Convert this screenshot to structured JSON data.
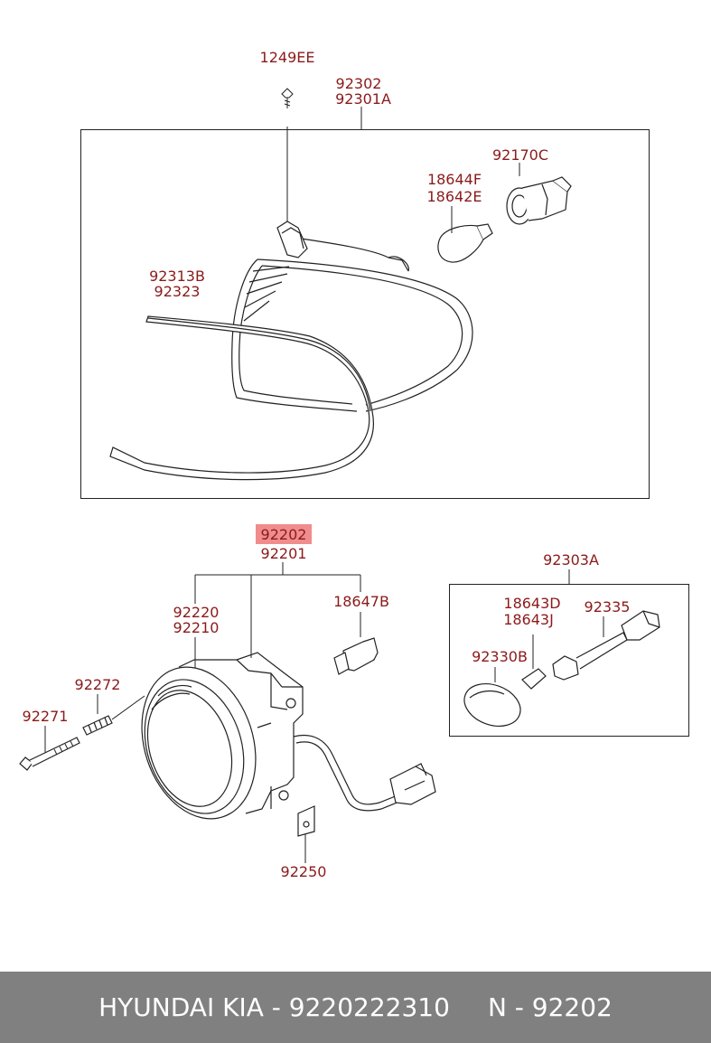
{
  "labels": {
    "screw": "1249EE",
    "lamp_assy_1": "92302",
    "lamp_assy_2": "92301A",
    "socket": "92170C",
    "bulb_1": "18644F",
    "bulb_2": "18642E",
    "gasket_1": "92313B",
    "gasket_2": "92323",
    "fog_lamp_1": "92202",
    "fog_lamp_2": "92201",
    "lens_1": "92220",
    "lens_2": "92210",
    "fog_bulb": "18647B",
    "spring": "92272",
    "bolt": "92271",
    "bracket": "92250",
    "side_repeater": "92303A",
    "side_bulb_1": "18643D",
    "side_bulb_2": "18643J",
    "side_socket": "92335",
    "side_lens": "92330B"
  },
  "highlight_color": "#f08080",
  "label_color": "#8b1a1a",
  "footer": {
    "brand_part": "HYUNDAI KIA - 9220222310",
    "number": "N - 92202"
  }
}
